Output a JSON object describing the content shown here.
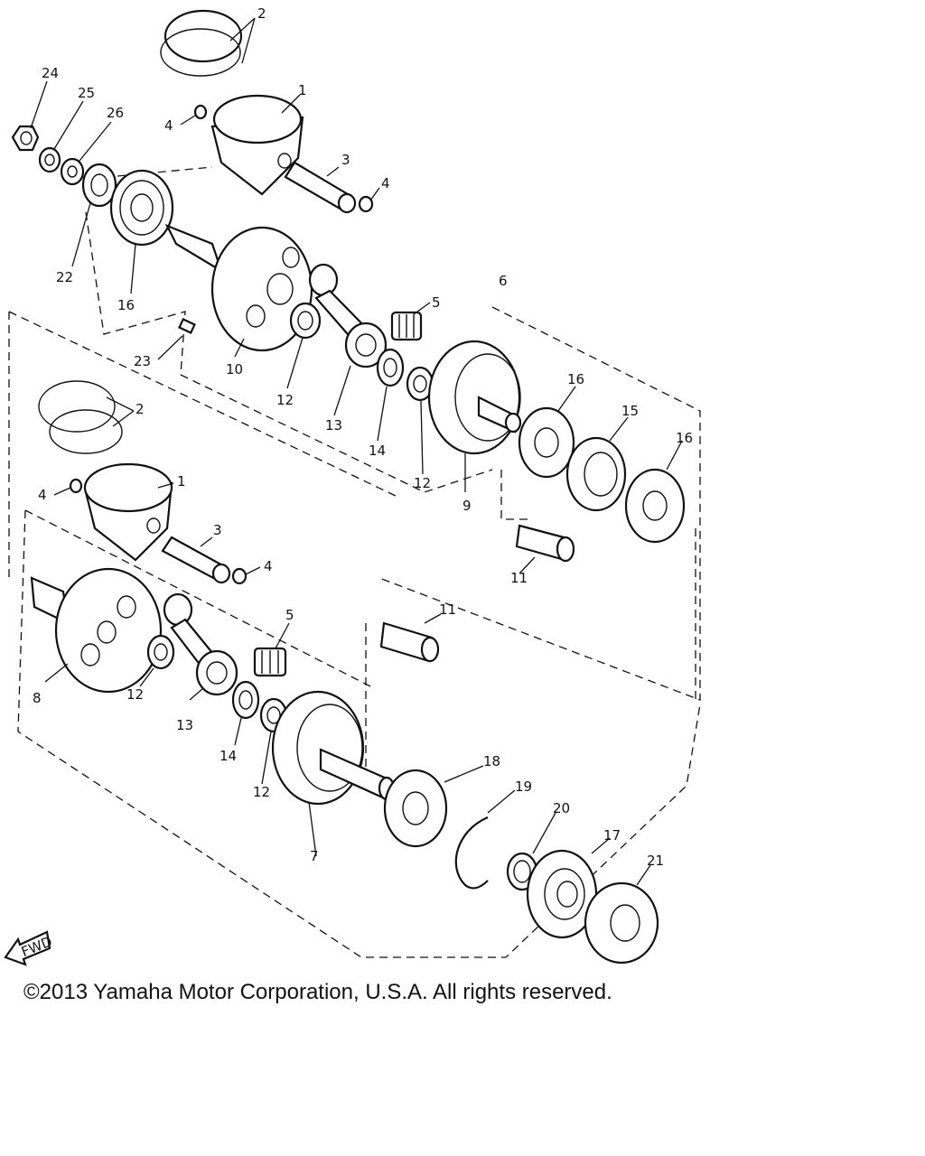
{
  "diagram": {
    "callouts": {
      "p24": "24",
      "p25": "25",
      "p26": "26",
      "p22": "22",
      "p16a": "16",
      "p2a": "2",
      "p1a": "1",
      "p4a": "4",
      "p3a": "3",
      "p4b": "4",
      "p23": "23",
      "p10": "10",
      "p12a": "12",
      "p13a": "13",
      "p5a": "5",
      "p14a": "14",
      "p12b": "12",
      "p6": "6",
      "p9": "9",
      "p16b": "16",
      "p15": "15",
      "p16c": "16",
      "p11a": "11",
      "p2b": "2",
      "p1b": "1",
      "p4c": "4",
      "p3b": "3",
      "p4d": "4",
      "p5b": "5",
      "p8": "8",
      "p12c": "12",
      "p13b": "13",
      "p14b": "14",
      "p12d": "12",
      "p11b": "11",
      "p7": "7",
      "p18": "18",
      "p19": "19",
      "p20": "20",
      "p17": "17",
      "p21": "21"
    },
    "fwd_label": "FWD"
  },
  "footer": {
    "copyright": "©2013 Yamaha Motor Corporation, U.S.A. All rights reserved."
  }
}
